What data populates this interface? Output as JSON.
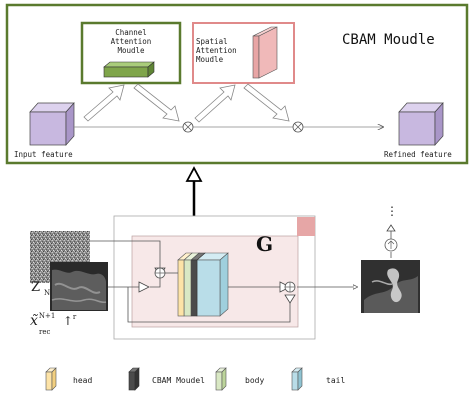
{
  "title": "CBAM Moudle",
  "modules": {
    "channel": "Channel\nAttention\nMoudle",
    "spatial": "Spatial\nAttention\nMoudle"
  },
  "labels": {
    "input": "Input feature",
    "refined": "Refined feature",
    "generator": "G",
    "z": "Z",
    "z_sub": "N",
    "xrec": "x̃",
    "xrec_sup": "N+1",
    "xrec_sub": "rec",
    "up": "↑",
    "up_sup": "r",
    "dots": "⋮"
  },
  "legend": [
    {
      "label": "head",
      "color": "#fde3a7"
    },
    {
      "label": "CBAM Moudel",
      "color": "#4b4b4b"
    },
    {
      "label": "body",
      "color": "#d9e8c4"
    },
    {
      "label": "tail",
      "color": "#b9dde8"
    }
  ],
  "colors": {
    "cbam_border": "#5a7a2e",
    "spatial_border": "#e08a8a",
    "cube_purple": "#c8b8e0",
    "bar_green": "#7fa54a",
    "block_pink": "#f0b9b9",
    "region_pink": "#f7e8e8",
    "region_border": "#b9a0a0"
  }
}
